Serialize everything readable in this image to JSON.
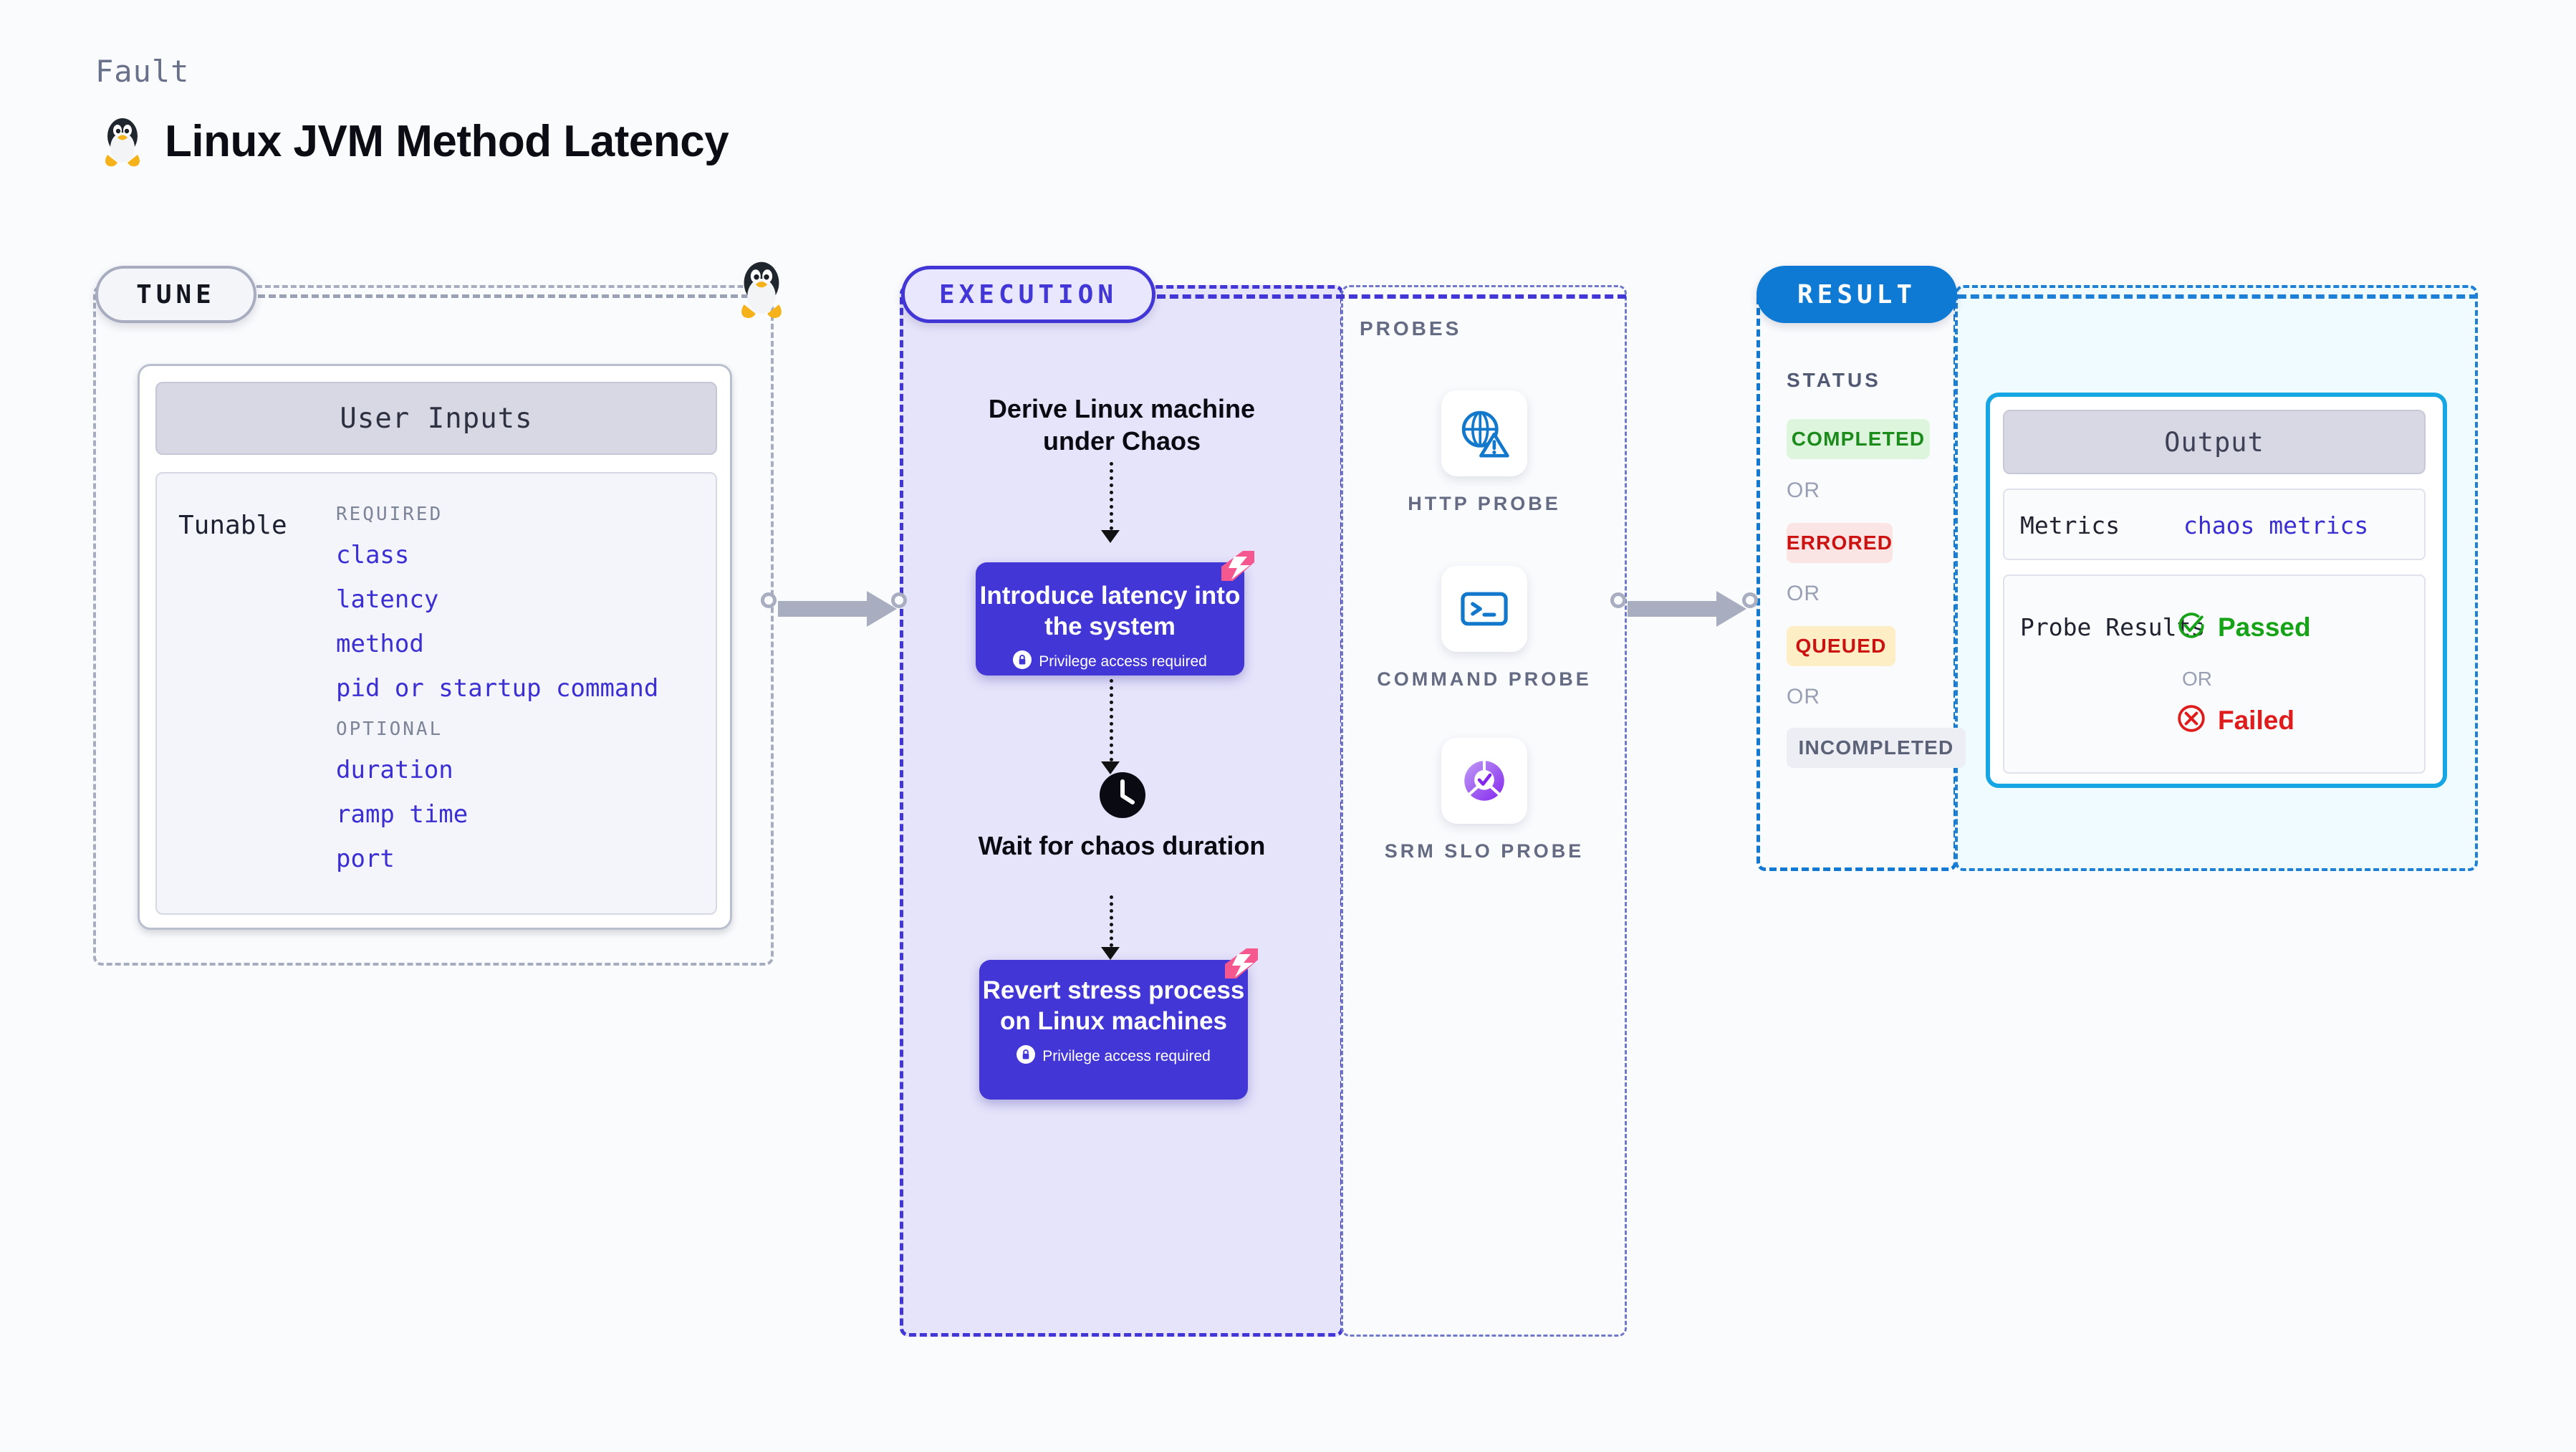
{
  "header": {
    "eyebrow": "Fault",
    "title": "Linux JVM Method Latency",
    "icon": "linux-penguin-icon"
  },
  "tune": {
    "pill_label": "TUNE",
    "card_title": "User Inputs",
    "tunable_label": "Tunable",
    "groups": [
      {
        "title": "REQUIRED",
        "items": [
          "class",
          "latency",
          "method",
          "pid or startup command"
        ]
      },
      {
        "title": "OPTIONAL",
        "items": [
          "duration",
          "ramp time",
          "port"
        ]
      }
    ]
  },
  "execution": {
    "pill_label": "EXECUTION",
    "step_derive": "Derive Linux machine under Chaos",
    "step_wait": "Wait for chaos duration",
    "boxes": [
      {
        "title": "Introduce latency into the system",
        "privilege": "Privilege access required"
      },
      {
        "title": "Revert stress process on Linux machines",
        "privilege": "Privilege access required"
      }
    ],
    "clock_icon": "clock-icon",
    "badge_icon": "harness-logo-icon"
  },
  "probes": {
    "section_title": "PROBES",
    "items": [
      {
        "caption": "HTTP PROBE",
        "icon": "globe-warning-icon"
      },
      {
        "caption": "COMMAND PROBE",
        "icon": "terminal-icon"
      },
      {
        "caption": "SRM SLO PROBE",
        "icon": "slo-donut-check-icon"
      }
    ]
  },
  "result": {
    "pill_label": "RESULT",
    "status_title": "STATUS",
    "or_label": "OR",
    "statuses": [
      {
        "label": "COMPLETED",
        "bg": "#def5dd",
        "fg": "#1b8b1b"
      },
      {
        "label": "ERRORED",
        "bg": "#fbe4e4",
        "fg": "#cc1111"
      },
      {
        "label": "QUEUED",
        "bg": "#fdeec6",
        "fg": "#cc1111"
      },
      {
        "label": "INCOMPLETED",
        "bg": "#eceef4",
        "fg": "#5b6277"
      }
    ]
  },
  "output": {
    "card_title": "Output",
    "metrics_label": "Metrics",
    "metrics_value": "chaos metrics",
    "probe_results_label": "Probe Results",
    "passed_label": "Passed",
    "or_label": "OR",
    "failed_label": "Failed"
  },
  "colors": {
    "page_bg": "#fafbfd",
    "execution_purple": "#4236d6",
    "execution_tint": "#e6e4fb",
    "result_blue": "#0f7ad4",
    "output_cyan": "#16a6e3",
    "tune_grey": "#a7adbe",
    "accent_pink": "#f4588f",
    "link_indigo": "#3b2fd4"
  }
}
